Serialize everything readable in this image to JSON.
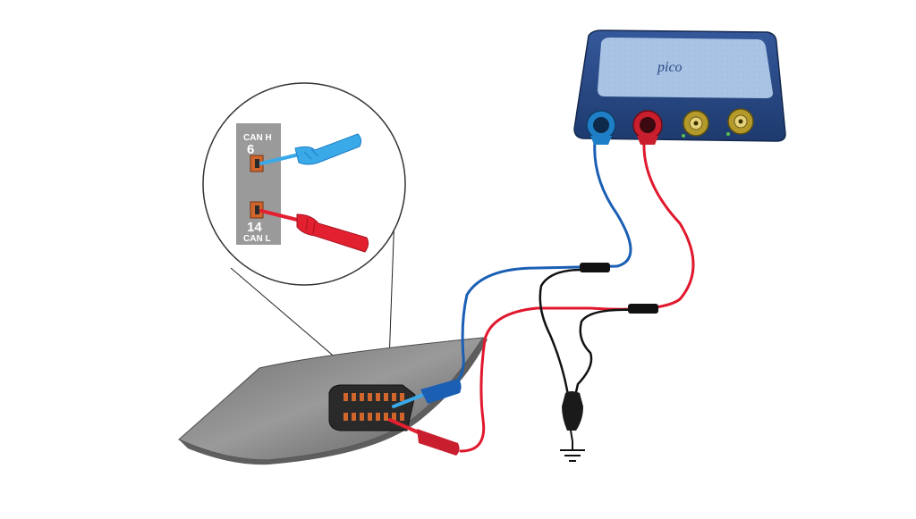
{
  "device": {
    "brand": "pico",
    "channel_colors": [
      "#1f7fc6",
      "#c81e2d",
      "#b49a2a",
      "#b49a2a"
    ]
  },
  "zoom_inset": {
    "pin_top": {
      "label": "CAN H",
      "number": "6"
    },
    "pin_bottom": {
      "number": "14",
      "label": "CAN L"
    }
  },
  "colors": {
    "device_body": "#2a4a85",
    "device_panel": "#a8c3e4",
    "wire_blue": "#1a5fb4",
    "wire_red": "#e0182d",
    "wire_black": "#111111",
    "probe_blue": "#3aa9e8",
    "probe_red": "#e2202f",
    "dash_panel": "#8c8c8c",
    "connector": "#2a2a2a",
    "pin": "#d0662c"
  },
  "icons": {
    "ground": "ground-symbol-icon",
    "clip": "crocodile-clip-icon"
  }
}
